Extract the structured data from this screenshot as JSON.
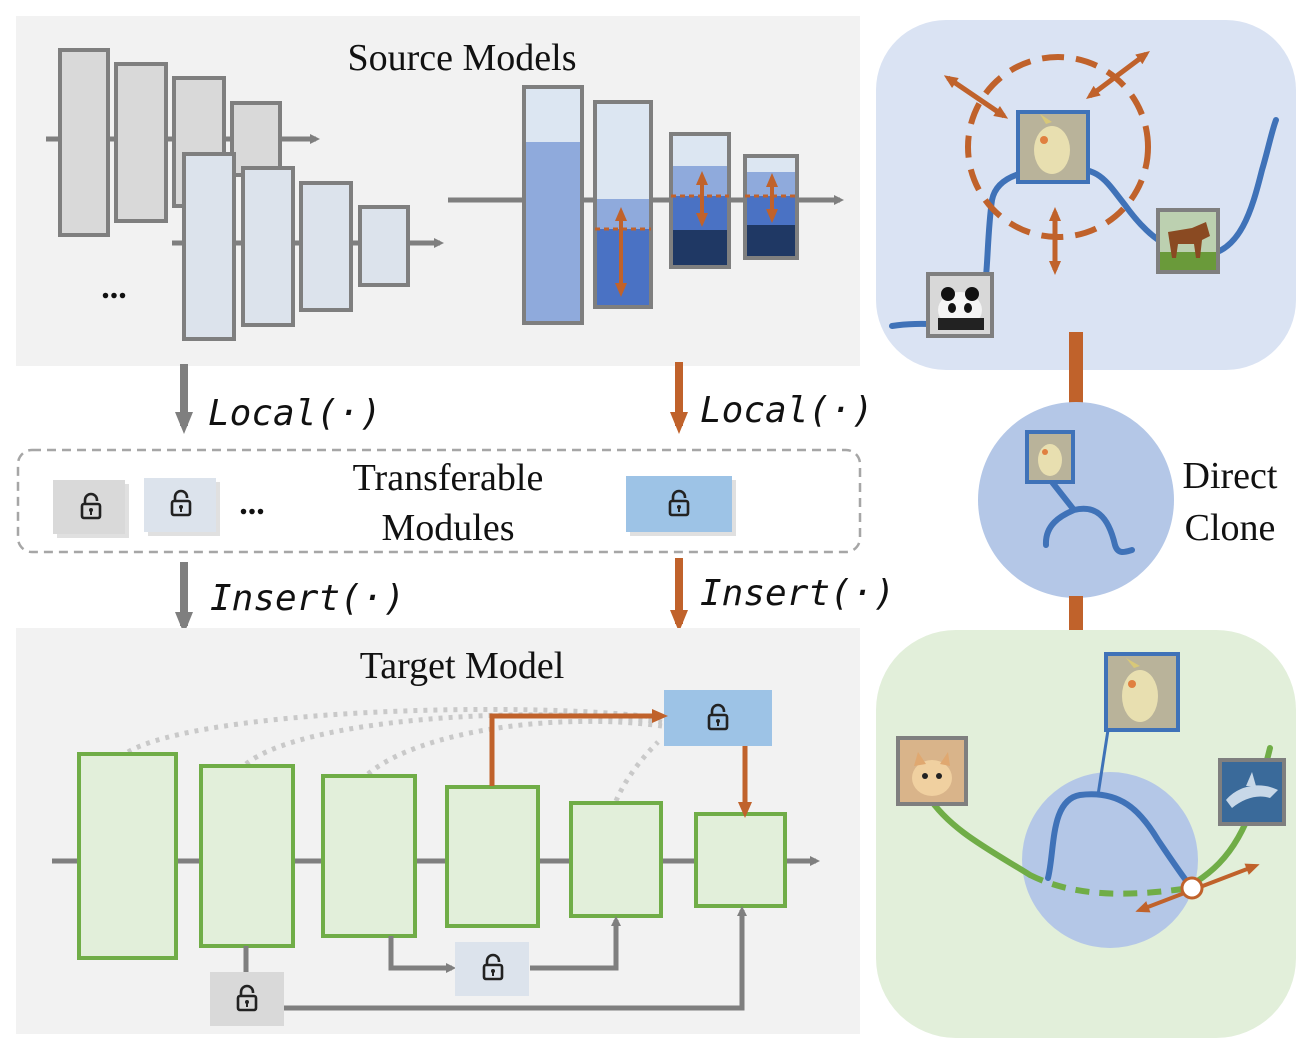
{
  "source_panel": {
    "title": "Source Models",
    "ellipsis": "..."
  },
  "target_panel": {
    "title": "Target Model"
  },
  "transferable": {
    "line1": "Transferable",
    "line2": "Modules",
    "ellipsis": "..."
  },
  "ops": {
    "local": "Local(·)",
    "insert": "Insert(·)"
  },
  "clone": {
    "line1": "Direct",
    "line2": "Clone"
  },
  "images": {
    "top": [
      "panda-thumbnail",
      "cockatiel-thumbnail",
      "horse-thumbnail"
    ],
    "middle": [
      "cockatiel-thumbnail"
    ],
    "bottom": [
      "cat-thumbnail",
      "cockatiel-thumbnail",
      "shark-thumbnail"
    ]
  },
  "colors": {
    "gray_flow": "#7f7f7f",
    "orange_flow": "#c0622b",
    "blue_curve": "#3f72b8",
    "green_curve": "#70ad47",
    "green_block_fill": "#e2efda",
    "blue_module": "#9dc3e6",
    "panel_gray": "#f2f2f2",
    "top_bubble": "#dae3f3",
    "bottom_bubble": "#e2efda"
  }
}
